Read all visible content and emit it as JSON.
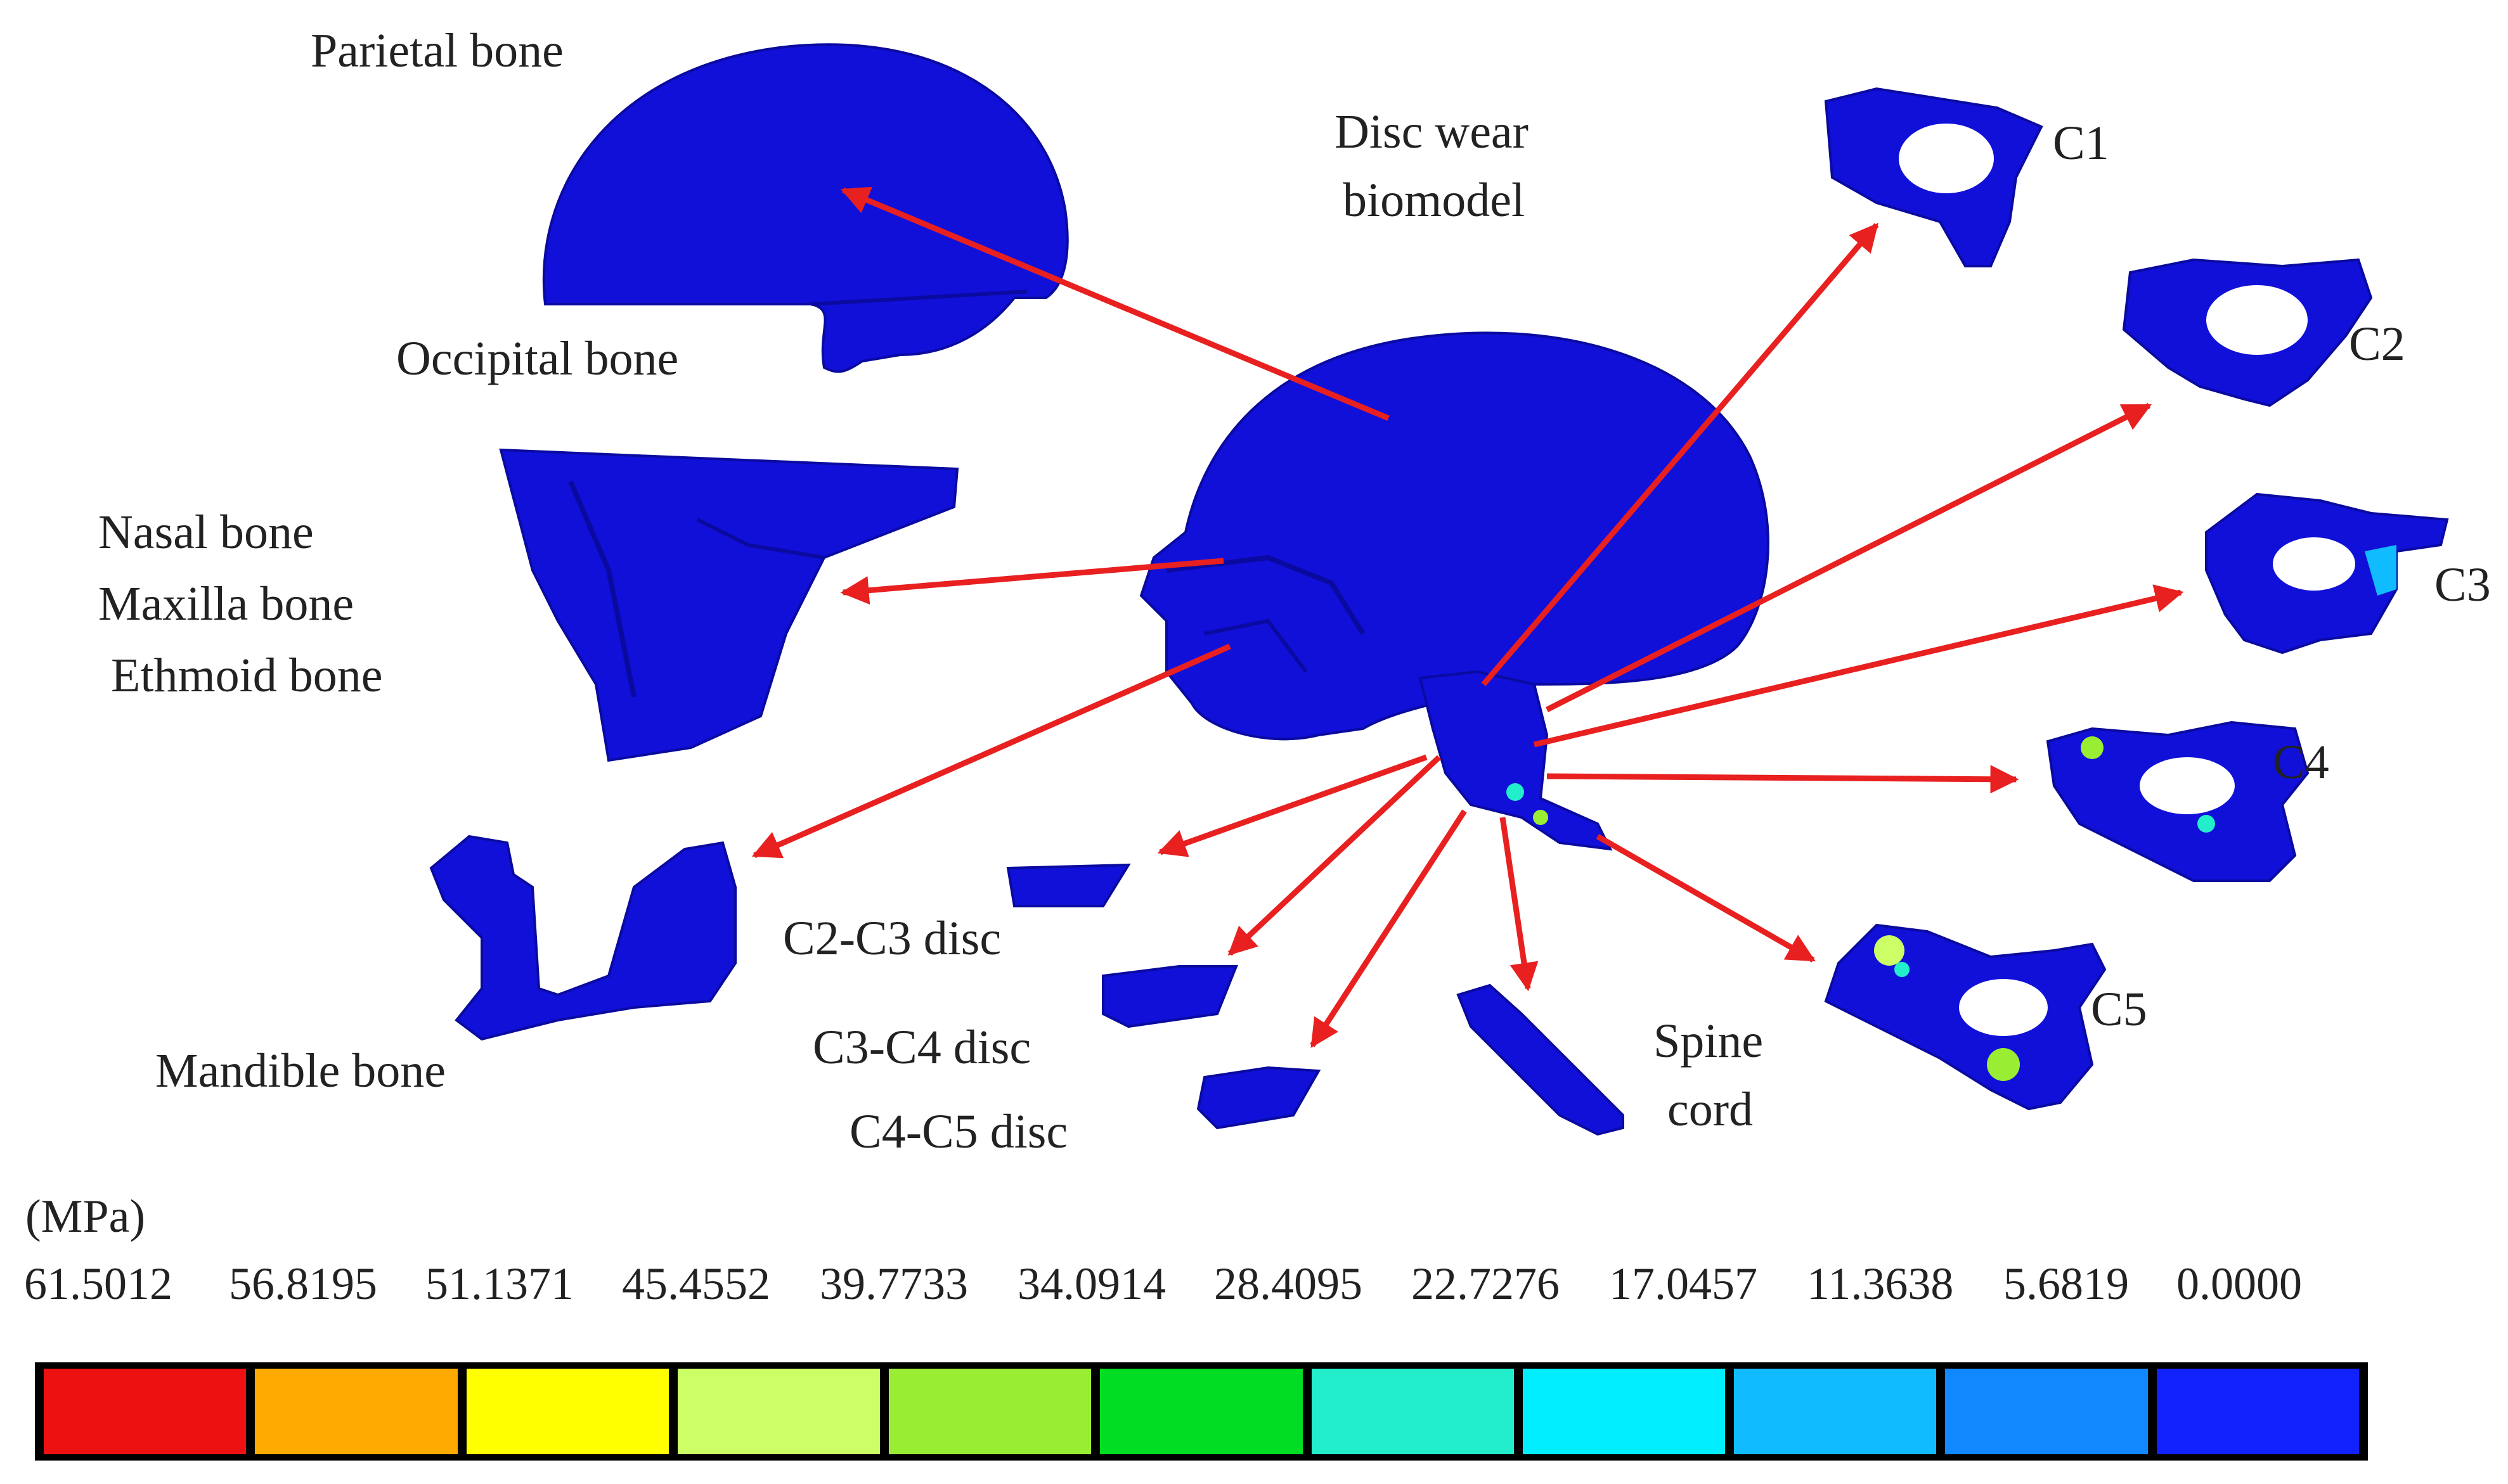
{
  "labels": {
    "parietal": "Parietal bone",
    "occipital": "Occipital bone",
    "disc_wear_1": "Disc wear",
    "disc_wear_2": "biomodel",
    "nasal": "Nasal bone",
    "maxilla": "Maxilla bone",
    "ethmoid": "Ethmoid bone",
    "mandible": "Mandible bone",
    "c2c3": "C2-C3 disc",
    "c3c4": "C3-C4 disc",
    "c4c5": "C4-C5 disc",
    "spine_1": "Spine",
    "spine_2": "cord",
    "c1": "C1",
    "c2": "C2",
    "c3": "C3",
    "c4": "C4",
    "c5": "C5"
  },
  "legend": {
    "unit": "(MPa)",
    "values": [
      "61.5012",
      "56.8195",
      "51.1371",
      "45.4552",
      "39.7733",
      "34.0914",
      "28.4095",
      "22.7276",
      "17.0457",
      "11.3638",
      "5.6819",
      "0.0000"
    ],
    "colors": [
      "#ee1111",
      "#ffaa00",
      "#ffff00",
      "#ccff66",
      "#99ee33",
      "#00dd22",
      "#22eecc",
      "#00eeff",
      "#11bbff",
      "#1188ff",
      "#1122ff"
    ]
  },
  "colors": {
    "bone": "#1010d8",
    "bone_dark": "#0a0aa0",
    "arrow": "#e82020"
  }
}
